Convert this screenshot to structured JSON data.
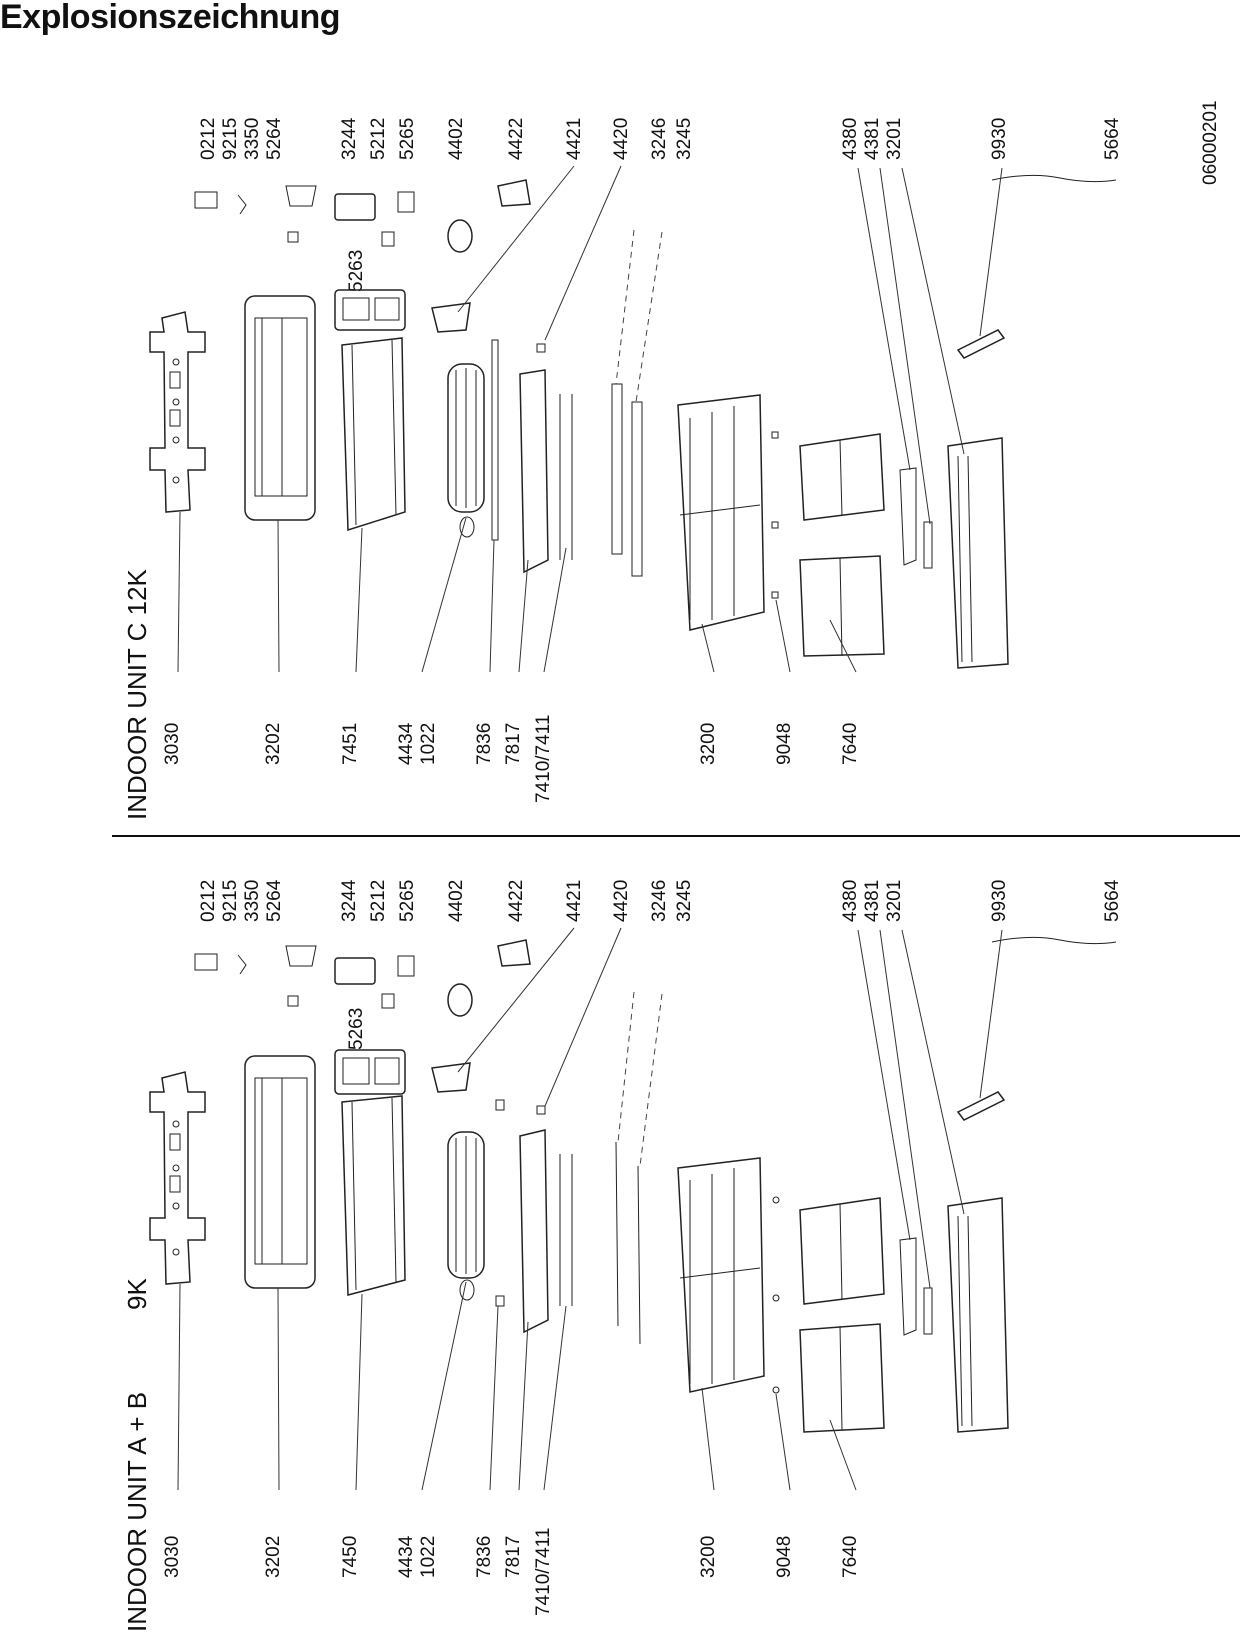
{
  "title": "Explosionszeichnung",
  "document_code": "06000201",
  "sections": [
    {
      "id": "c12k",
      "heading": "INDOOR UNIT C 12K",
      "top_labels": [
        {
          "text": "0212"
        },
        {
          "text": "9215"
        },
        {
          "text": "3350"
        },
        {
          "text": "5264"
        },
        {
          "text": "3244"
        },
        {
          "text": "5212"
        },
        {
          "text": "5265"
        },
        {
          "text": "4402"
        },
        {
          "text": "4422"
        },
        {
          "text": "4421"
        },
        {
          "text": "4420"
        },
        {
          "text": "3246"
        },
        {
          "text": "3245"
        },
        {
          "text": "4380"
        },
        {
          "text": "4381"
        },
        {
          "text": "3201"
        },
        {
          "text": "9930"
        },
        {
          "text": "5664"
        }
      ],
      "mid_label": "5263",
      "bottom_labels": [
        {
          "text": "3030"
        },
        {
          "text": "3202"
        },
        {
          "text": "7451"
        },
        {
          "text": "4434"
        },
        {
          "text": "1022"
        },
        {
          "text": "7836"
        },
        {
          "text": "7817"
        },
        {
          "text": "7410/7411"
        },
        {
          "text": "3200"
        },
        {
          "text": "9048"
        },
        {
          "text": "7640"
        }
      ]
    },
    {
      "id": "ab9k",
      "heading": "INDOOR UNIT A + B",
      "heading_suffix": "9K",
      "top_labels": [
        {
          "text": "0212"
        },
        {
          "text": "9215"
        },
        {
          "text": "3350"
        },
        {
          "text": "5264"
        },
        {
          "text": "3244"
        },
        {
          "text": "5212"
        },
        {
          "text": "5265"
        },
        {
          "text": "4402"
        },
        {
          "text": "4422"
        },
        {
          "text": "4421"
        },
        {
          "text": "4420"
        },
        {
          "text": "3246"
        },
        {
          "text": "3245"
        },
        {
          "text": "4380"
        },
        {
          "text": "4381"
        },
        {
          "text": "3201"
        },
        {
          "text": "9930"
        },
        {
          "text": "5664"
        }
      ],
      "mid_label": "5263",
      "bottom_labels": [
        {
          "text": "3030"
        },
        {
          "text": "3202"
        },
        {
          "text": "7450"
        },
        {
          "text": "4434"
        },
        {
          "text": "1022"
        },
        {
          "text": "7836"
        },
        {
          "text": "7817"
        },
        {
          "text": "7410/7411"
        },
        {
          "text": "3200"
        },
        {
          "text": "9048"
        },
        {
          "text": "7640"
        }
      ]
    }
  ]
}
